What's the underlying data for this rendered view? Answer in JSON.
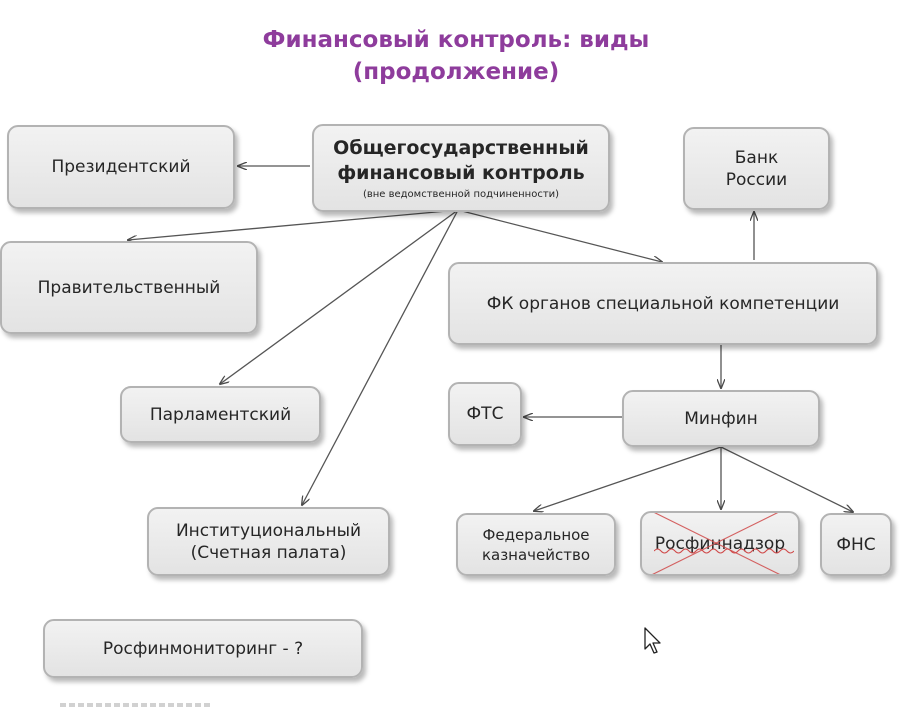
{
  "title": {
    "line1": "Финансовый  контроль: виды",
    "line2": "(продолжение)"
  },
  "nodes": {
    "general": {
      "line1": "Общегосударственный",
      "line2": "финансовый контроль",
      "note": "(вне ведомственной подчиненности)"
    },
    "presidential": "Президентский",
    "governmental": "Правительственный",
    "parliamentary": "Парламентский",
    "institutional": {
      "line1": "Институциональный",
      "line2": "(Счетная палата)"
    },
    "rosfinmonitoring": "Росфинмониторинг - ?",
    "bank": {
      "line1": "Банк",
      "line2": "России"
    },
    "special": "ФК органов специальной компетенции",
    "minfin": "Минфин",
    "fts": "ФТС",
    "treasury": {
      "line1": "Федеральное",
      "line2": "казначейство"
    },
    "rosfinnadzor": "Росфиннадзор",
    "fns": "ФНС"
  },
  "colors": {
    "title": "#8e3c9c",
    "strike": "#d04a4a",
    "box_border": "#b3b3b3"
  },
  "icons": {
    "cursor": "mouse-pointer-icon"
  }
}
